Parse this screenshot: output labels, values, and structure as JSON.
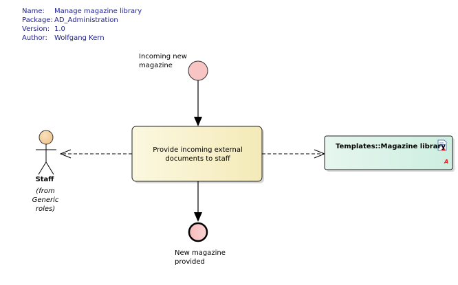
{
  "header": {
    "name_label": "Name:",
    "name_value": "Manage magazine library",
    "package_label": "Package:",
    "package_value": "AD_Administration",
    "version_label": "Version:",
    "version_value": "1.0",
    "author_label": "Author:",
    "author_value": "Wolfgang Kern"
  },
  "nodes": {
    "initial": {
      "label_line1": "Incoming new",
      "label_line2": "magazine"
    },
    "activity": {
      "label": "Provide incoming external documents to staff"
    },
    "final": {
      "label_line1": "New magazine",
      "label_line2": "provided"
    },
    "actor": {
      "name": "Staff",
      "from_line1": "(from",
      "from_line2": "Generic",
      "from_line3": "roles)"
    },
    "artifact": {
      "title": "Templates::Magazine library",
      "icon": "document-icon",
      "badge": "A"
    }
  },
  "colors": {
    "event_fill": "#f7c3c3",
    "activity_fill_start": "#fbf8e0",
    "activity_fill_end": "#f5ecbc",
    "artifact_fill": "#d4f0e4",
    "actor_head": "#f4cfa0",
    "header_text": "#1e1e8c"
  }
}
